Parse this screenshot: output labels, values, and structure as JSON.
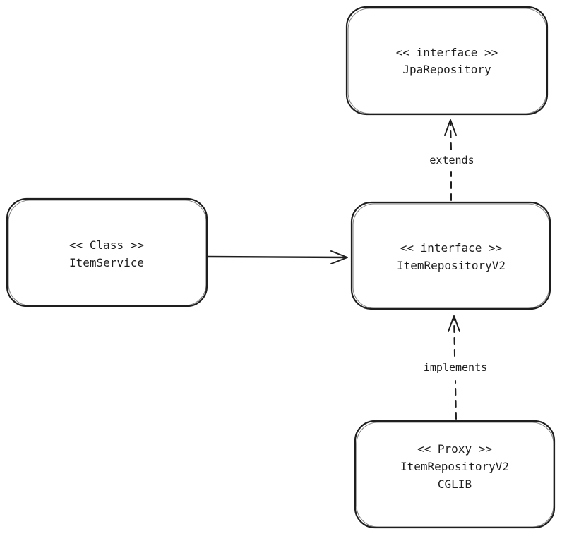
{
  "diagram": {
    "nodes": {
      "jpa_repository": {
        "stereotype": "<< interface >>",
        "name": "JpaRepository"
      },
      "item_service": {
        "stereotype": "<< Class >>",
        "name": "ItemService"
      },
      "item_repository_v2": {
        "stereotype": "<< interface >>",
        "name": "ItemRepositoryV2"
      },
      "proxy": {
        "stereotype": "<< Proxy >>",
        "name": "ItemRepositoryV2",
        "extra": "CGLIB"
      }
    },
    "edges": {
      "extends": {
        "label": "extends",
        "style": "dashed"
      },
      "implements": {
        "label": "implements",
        "style": "dashed"
      },
      "uses": {
        "label": "",
        "style": "solid"
      }
    },
    "colors": {
      "stroke": "#1e1e1e",
      "background": "#ffffff"
    }
  }
}
